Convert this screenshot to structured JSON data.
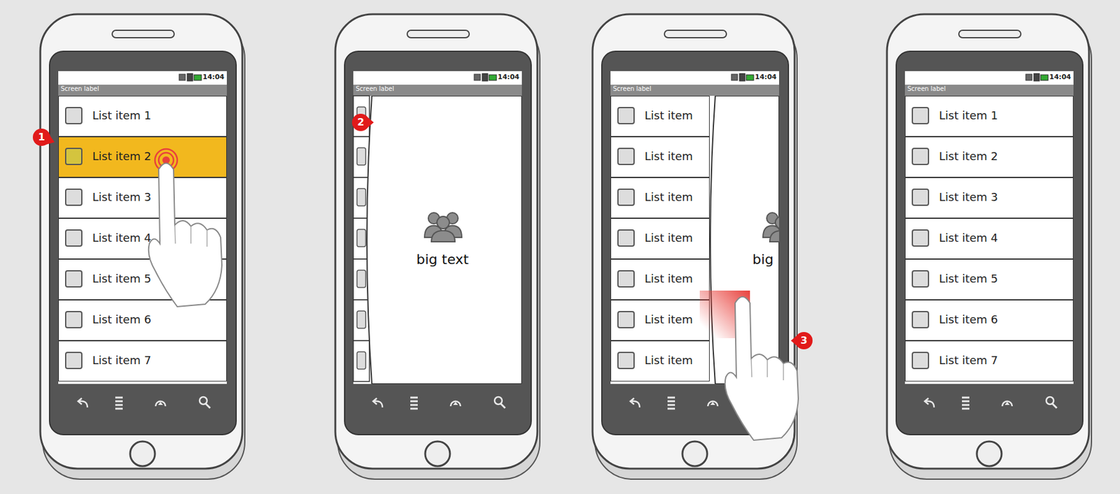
{
  "diagram": {
    "nodes": [
      {
        "text": [
          "14:04",
          "Screen label"
        ]
      },
      {
        "text": [
          "List item 1"
        ],
        "in": 0
      },
      {
        "text": [
          "List item 2"
        ],
        "in": 0
      },
      {
        "text": [
          "List item 3"
        ],
        "in": 0
      },
      {
        "text": [
          "List item 4"
        ],
        "in": 0
      },
      {
        "text": [
          "List item 5"
        ],
        "in": 0
      },
      {
        "text": [
          "List item 6"
        ],
        "in": 0
      },
      {
        "text": [
          "List item 7"
        ],
        "in": 0
      },
      {
        "text": [
          "14:04",
          "Screen label"
        ]
      },
      {
        "text": [
          "big text"
        ],
        "in": 8
      },
      {
        "text": [
          "14:04",
          "Screen label"
        ]
      },
      {
        "text": [
          "List item"
        ],
        "in": 10
      },
      {
        "text": [
          "List item"
        ],
        "in": 10
      },
      {
        "text": [
          "List item"
        ],
        "in": 10
      },
      {
        "text": [
          "List item"
        ],
        "in": 10
      },
      {
        "text": [
          "List item"
        ],
        "in": 10
      },
      {
        "text": [
          "List item"
        ],
        "in": 10
      },
      {
        "text": [
          "List item"
        ],
        "in": 10
      },
      {
        "text": [
          "big"
        ],
        "in": 10
      },
      {
        "text": [
          "14:04",
          "Screen label"
        ]
      },
      {
        "text": [
          "List item 1"
        ],
        "in": 19
      },
      {
        "text": [
          "List item 2"
        ],
        "in": 19
      },
      {
        "text": [
          "List item 3"
        ],
        "in": 19
      },
      {
        "text": [
          "List item 4"
        ],
        "in": 19
      },
      {
        "text": [
          "List item 5"
        ],
        "in": 19
      },
      {
        "text": [
          "List item 6"
        ],
        "in": 19
      },
      {
        "text": [
          "List item 7"
        ],
        "in": 19
      }
    ],
    "labels": [
      "1",
      "2",
      "3"
    ]
  }
}
